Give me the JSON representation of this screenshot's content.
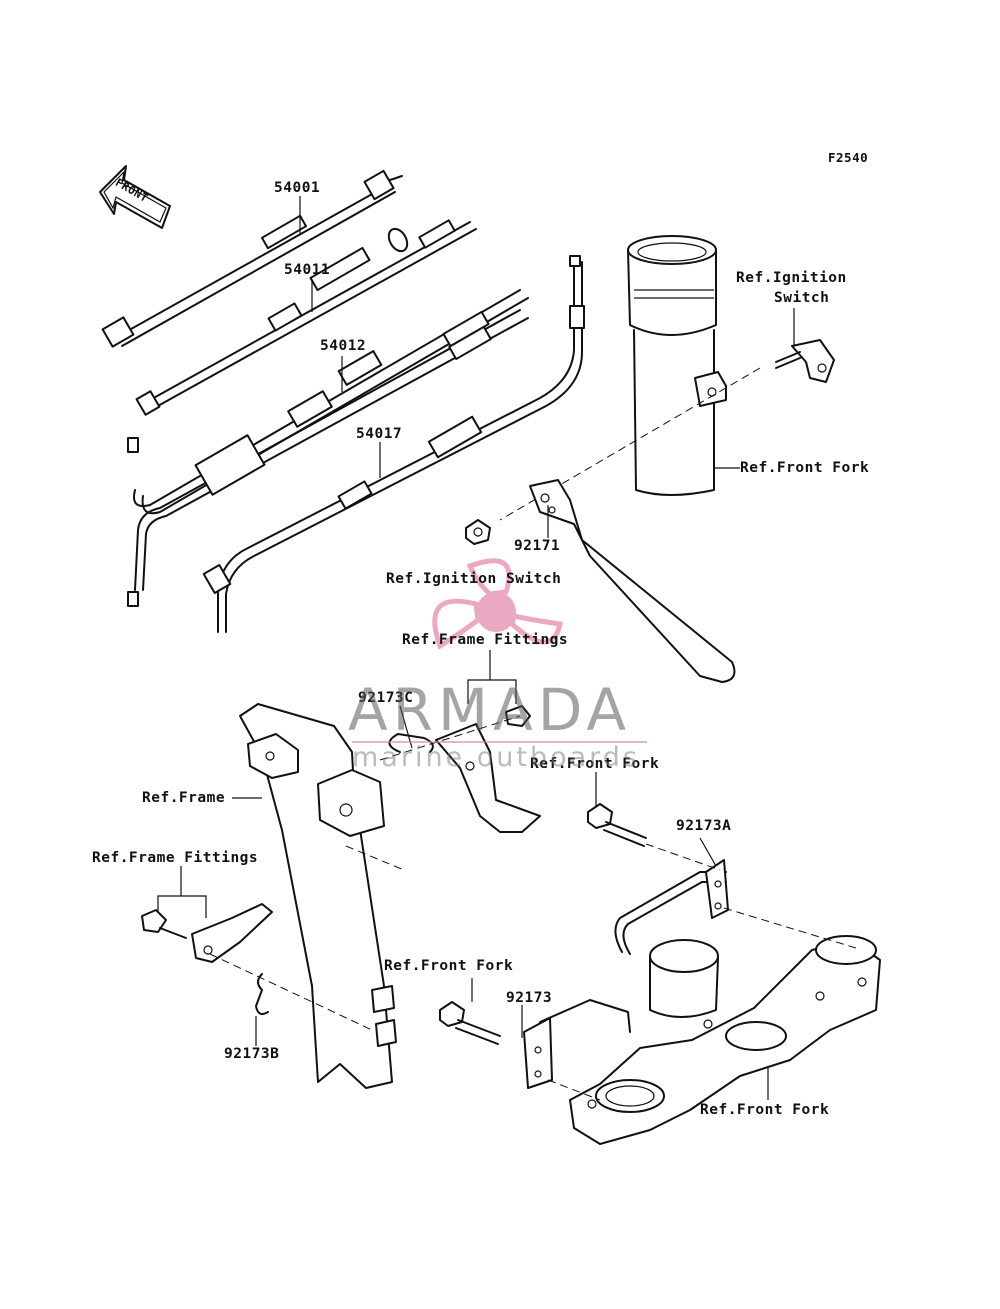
{
  "figure_code": "F2540",
  "front_arrow_label": "FRONT",
  "part_numbers": {
    "speedometer_cable": "54001",
    "clutch_cable": "54011",
    "throttle_cable": "54012",
    "choke_cable": "54017",
    "clamp_92171": "92171",
    "clamp_92173": "92173",
    "clamp_92173a": "92173A",
    "clamp_92173b": "92173B",
    "clamp_92173c": "92173C"
  },
  "references": {
    "ignition_switch_top": [
      "Ref.Ignition",
      "Switch"
    ],
    "front_fork_upper": "Ref.Front Fork",
    "ignition_switch_mid": "Ref.Ignition Switch",
    "frame_fittings_mid": "Ref.Frame Fittings",
    "front_fork_middle": "Ref.Front Fork",
    "frame": "Ref.Frame",
    "frame_fittings_left": "Ref.Frame Fittings",
    "front_fork_lower_left": "Ref.Front Fork",
    "front_fork_bottom": "Ref.Front Fork"
  },
  "watermark": {
    "title": "ARMADA",
    "subtitle": "marine outboards",
    "colors": {
      "pink": "#e89ab8",
      "gray": "#5a5a5a"
    }
  }
}
